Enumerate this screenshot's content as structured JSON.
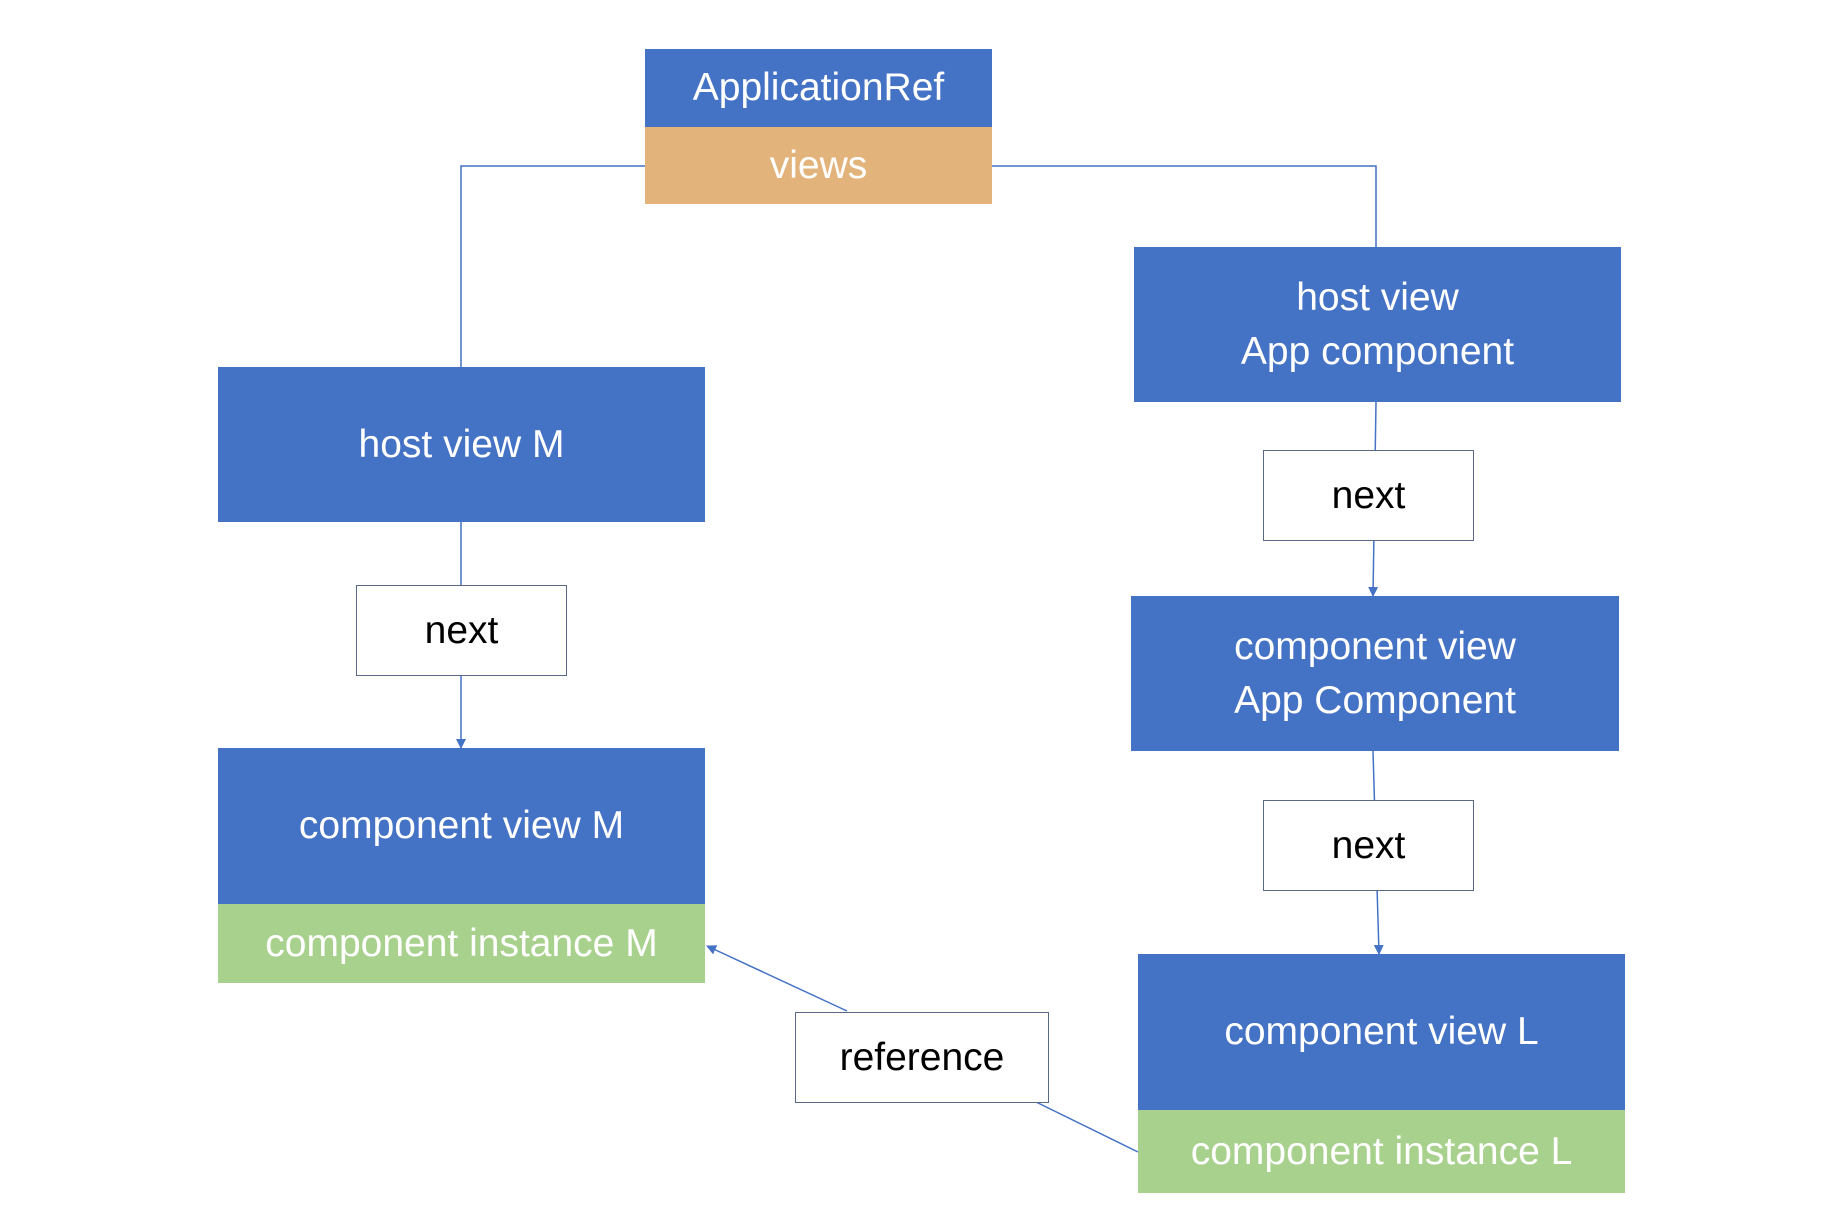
{
  "nodes": {
    "application_ref": "ApplicationRef",
    "views": "views",
    "host_view_m": "host view M",
    "component_view_m": "component view M",
    "component_instance_m": "component instance M",
    "host_view_app": "host view\nApp component",
    "component_view_app": "component view\nApp Component",
    "component_view_l": "component view L",
    "component_instance_l": "component instance L"
  },
  "edge_labels": {
    "next_left": "next",
    "next_right_top": "next",
    "next_right_bottom": "next",
    "reference": "reference"
  },
  "colors": {
    "primary": "#4472c4",
    "views": "#e2b47b",
    "instance": "#a9d18e",
    "connector": "#4472c4"
  }
}
